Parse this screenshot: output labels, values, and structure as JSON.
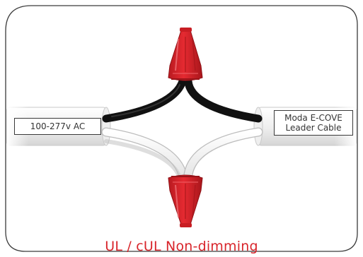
{
  "input_label": "100-277v AC",
  "output_label": {
    "line1": "Moda E-COVE",
    "line2": "Leader Cable"
  },
  "caption": "UL / cUL Non-dimming",
  "colors": {
    "frame": "#3a3a3a",
    "wire_hot": "#111111",
    "wire_neutral": "#f4f4f4",
    "wire_nut": "#d21f26",
    "caption": "#d8252b"
  },
  "icons": {
    "top_connector": "wire-nut-icon",
    "bottom_connector": "wire-nut-icon"
  }
}
